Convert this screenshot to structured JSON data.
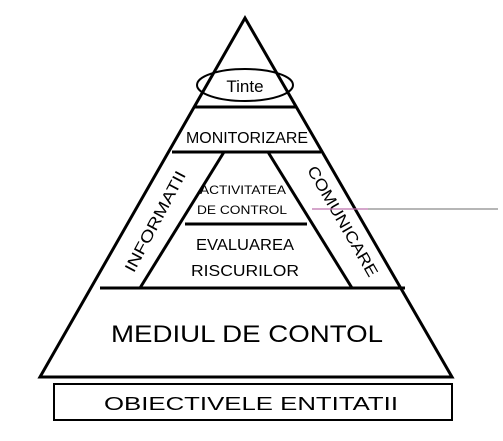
{
  "pyramid": {
    "apex_label": "Tinte",
    "monitoring_label": "MONITORIZARE",
    "left_side_label": "INFORMATII",
    "right_side_label": "COMUNICARE",
    "control_activity": {
      "line1": "ACTIVITATEA",
      "line2": "DE CONTROL"
    },
    "risk_assessment": {
      "line1": "EVALUAREA",
      "line2": "RISCURILOR"
    },
    "base_label": "MEDIUL DE CONTOL"
  },
  "foundation_label": "OBIECTIVELE ENTITATII",
  "colors": {
    "stroke": "#000000",
    "background": "#ffffff",
    "pointer_line": "#8a8a8a",
    "pointer_tint": "#c86ab4"
  }
}
